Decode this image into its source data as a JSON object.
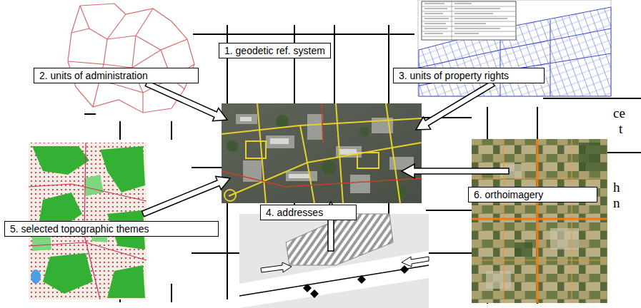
{
  "diagram": {
    "nodes": [
      {
        "text": [
          "1. geodetic ref. system"
        ]
      },
      {
        "text": [
          "2. units of administration"
        ]
      },
      {
        "text": [
          "3. units of property rights"
        ]
      },
      {
        "text": [
          "4. addresses"
        ]
      },
      {
        "text": [
          "5. selected topographic themes"
        ]
      },
      {
        "text": [
          "6. orthoimagery"
        ]
      }
    ],
    "labels": [
      "ce",
      "t",
      "h",
      "n"
    ]
  }
}
